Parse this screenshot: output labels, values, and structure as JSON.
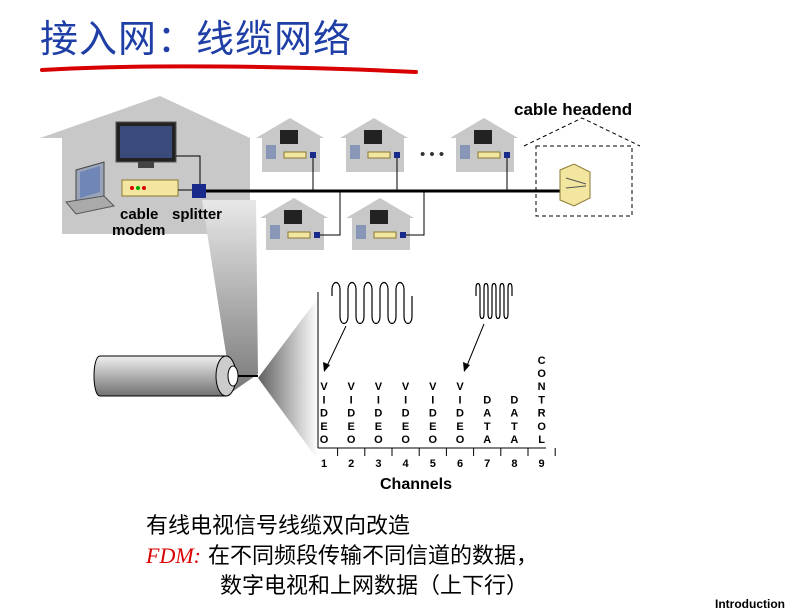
{
  "slide": {
    "title": "接入网：线缆网络",
    "footer": "Introduction"
  },
  "diagram": {
    "cable_modem_label_1": "cable",
    "cable_modem_label_2": "modem",
    "splitter_label": "splitter",
    "headend_label": "cable headend",
    "ellipsis": "• • •",
    "channels_label": "Channels",
    "channels": [
      {
        "num": "1",
        "letters": [
          "V",
          "I",
          "D",
          "E",
          "O"
        ]
      },
      {
        "num": "2",
        "letters": [
          "V",
          "I",
          "D",
          "E",
          "O"
        ]
      },
      {
        "num": "3",
        "letters": [
          "V",
          "I",
          "D",
          "E",
          "O"
        ]
      },
      {
        "num": "4",
        "letters": [
          "V",
          "I",
          "D",
          "E",
          "O"
        ]
      },
      {
        "num": "5",
        "letters": [
          "V",
          "I",
          "D",
          "E",
          "O"
        ]
      },
      {
        "num": "6",
        "letters": [
          "V",
          "I",
          "D",
          "E",
          "O"
        ]
      },
      {
        "num": "7",
        "letters": [
          "D",
          "A",
          "T",
          "A"
        ]
      },
      {
        "num": "8",
        "letters": [
          "D",
          "A",
          "T",
          "A"
        ]
      },
      {
        "num": "9",
        "letters": [
          "C",
          "O",
          "N",
          "T",
          "R",
          "O",
          "L"
        ]
      }
    ]
  },
  "body": {
    "line1": "有线电视信号线缆双向改造",
    "fdm": "FDM:",
    "line2": "在不同频段传输不同信道的数据，",
    "line3": "数字电视和上网数据（上下行）"
  },
  "colors": {
    "title": "#1f3fa6",
    "underline": "#d80000",
    "fdm": "#d80000",
    "house": "#c8c8c8"
  }
}
